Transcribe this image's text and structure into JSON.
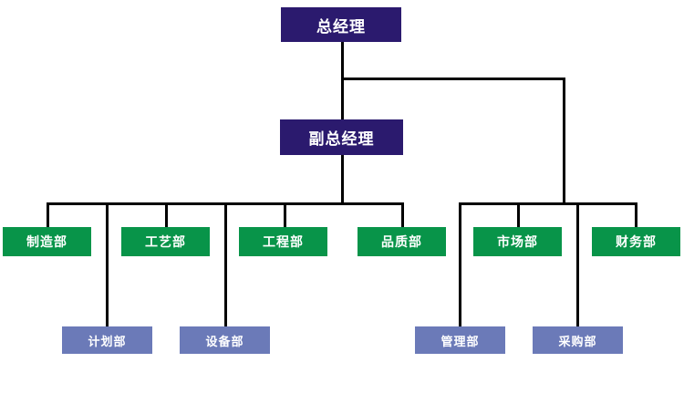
{
  "chart_data": {
    "type": "diagram",
    "title": "",
    "diagram_type": "organizational-chart",
    "orientation": "top-down",
    "levels": [
      {
        "level": 1,
        "color": "#2b1a6e",
        "nodes": [
          {
            "id": "gm",
            "label": "总经理"
          }
        ]
      },
      {
        "level": 2,
        "color": "#2b1a6e",
        "nodes": [
          {
            "id": "dgm",
            "label": "副总经理",
            "parent": "gm"
          }
        ]
      },
      {
        "level": 3,
        "color": "#089449",
        "nodes": [
          {
            "id": "mfg",
            "label": "制造部",
            "parent": "dgm"
          },
          {
            "id": "proc",
            "label": "工艺部",
            "parent": "dgm"
          },
          {
            "id": "eng",
            "label": "工程部",
            "parent": "dgm"
          },
          {
            "id": "qa",
            "label": "品质部",
            "parent": "dgm"
          },
          {
            "id": "mkt",
            "label": "市场部",
            "parent": "gm"
          },
          {
            "id": "fin",
            "label": "财务部",
            "parent": "gm"
          }
        ]
      },
      {
        "level": 4,
        "color": "#6b7ab8",
        "nodes": [
          {
            "id": "plan",
            "label": "计划部",
            "parent": "dgm"
          },
          {
            "id": "equip",
            "label": "设备部",
            "parent": "dgm"
          },
          {
            "id": "admin",
            "label": "管理部",
            "parent": "gm"
          },
          {
            "id": "purch",
            "label": "采购部",
            "parent": "gm"
          }
        ]
      }
    ]
  },
  "nodes": {
    "general_manager": "总经理",
    "deputy_general_manager": "副总经理",
    "manufacturing": "制造部",
    "process": "工艺部",
    "engineering": "工程部",
    "quality": "品质部",
    "marketing": "市场部",
    "finance": "财务部",
    "planning": "计划部",
    "equipment": "设备部",
    "administration": "管理部",
    "purchasing": "采购部"
  },
  "colors": {
    "executive": "#2b1a6e",
    "department": "#089449",
    "subdepartment": "#6b7ab8",
    "connector": "#000000",
    "background": "#ffffff",
    "node_text": "#ffffff"
  }
}
